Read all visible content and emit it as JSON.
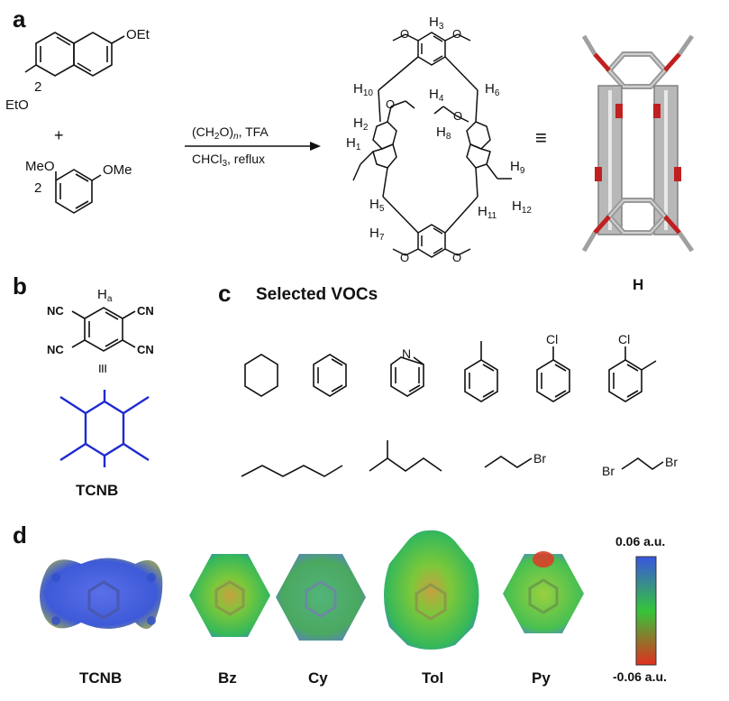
{
  "panels": {
    "a": "a",
    "b": "b",
    "c": "c",
    "d": "d"
  },
  "reaction": {
    "reactant1_coef": "2",
    "reactant1_sub1": "OEt",
    "reactant1_sub2": "EtO",
    "plus": "+",
    "reactant2_sub1": "MeO",
    "reactant2_sub2": "OMe",
    "reactant2_coef": "2",
    "reagent_pre": "(CH",
    "reagent_sub": "2",
    "reagent_mid": "O)",
    "reagent_n": "n",
    "reagent_post": ", TFA",
    "solvent_pre": "CHCl",
    "solvent_sub": "3",
    "solvent_post": ", reflux",
    "equiv": "≡"
  },
  "macrocycle_h_labels": [
    {
      "h": "H",
      "n": "3"
    },
    {
      "h": "H",
      "n": "10"
    },
    {
      "h": "H",
      "n": "4"
    },
    {
      "h": "H",
      "n": "6"
    },
    {
      "h": "H",
      "n": "2"
    },
    {
      "h": "H",
      "n": "8"
    },
    {
      "h": "H",
      "n": "1"
    },
    {
      "h": "H",
      "n": "9"
    },
    {
      "h": "H",
      "n": "5"
    },
    {
      "h": "H",
      "n": "11"
    },
    {
      "h": "H",
      "n": "12"
    },
    {
      "h": "H",
      "n": "7"
    }
  ],
  "crystal_label": "H",
  "tcnb": {
    "ha_h": "H",
    "ha_sub": "a",
    "cn_labels": [
      "NC",
      "CN",
      "NC",
      "CN"
    ],
    "equiv": "≡",
    "name": "TCNB"
  },
  "vocs": {
    "title": "Selected VOCs",
    "pyridine_n": "N",
    "cl_labels": [
      "Cl",
      "Cl"
    ],
    "br_labels": [
      "Br",
      "Br",
      "Br"
    ]
  },
  "esp": {
    "names": [
      "TCNB",
      "Bz",
      "Cy",
      "Tol",
      "Py"
    ],
    "scale_max": "0.06 a.u.",
    "scale_min": "-0.06 a.u."
  },
  "colors": {
    "tcnb_blue": "#1f2ad0",
    "esp_blue": "#4a6fd8",
    "esp_green": "#3fbf3a",
    "esp_red": "#d8402a"
  }
}
